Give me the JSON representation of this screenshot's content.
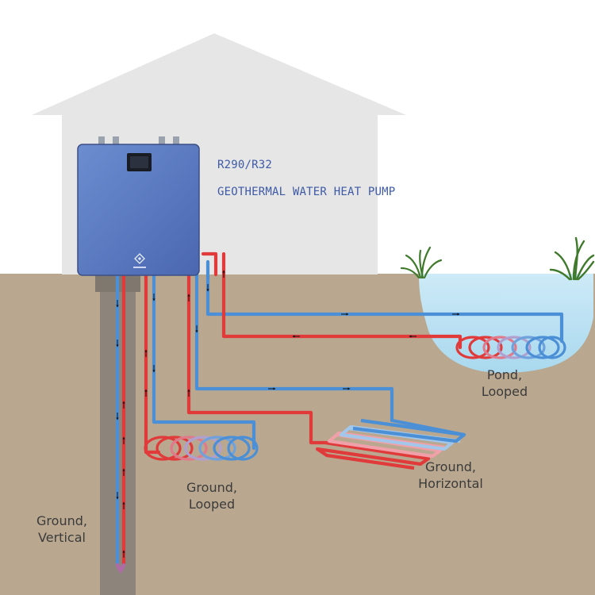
{
  "unit": {
    "refrigerant": "R290/R32",
    "product_name": "GEOTHERMAL WATER HEAT PUMP",
    "logo_icon": "brand-emblem-icon"
  },
  "loops": [
    {
      "id": "vertical",
      "label_line1": "Ground,",
      "label_line2": "Vertical"
    },
    {
      "id": "ground-looped",
      "label_line1": "Ground,",
      "label_line2": "Looped"
    },
    {
      "id": "horizontal",
      "label_line1": "Ground,",
      "label_line2": "Horizontal"
    },
    {
      "id": "pond",
      "label_line1": "Pond,",
      "label_line2": "Looped"
    }
  ],
  "colors": {
    "sky": "#ffffff",
    "house": "#e6e6e6",
    "ground": "#b9a88f",
    "pond": "#bfe3f3",
    "unit_body": "#5a7bc0",
    "hot_pipe": "#e03a3a",
    "cold_pipe": "#4b8fd6",
    "text_label": "#3b3b3b",
    "text_unit": "#3d5aa6"
  }
}
